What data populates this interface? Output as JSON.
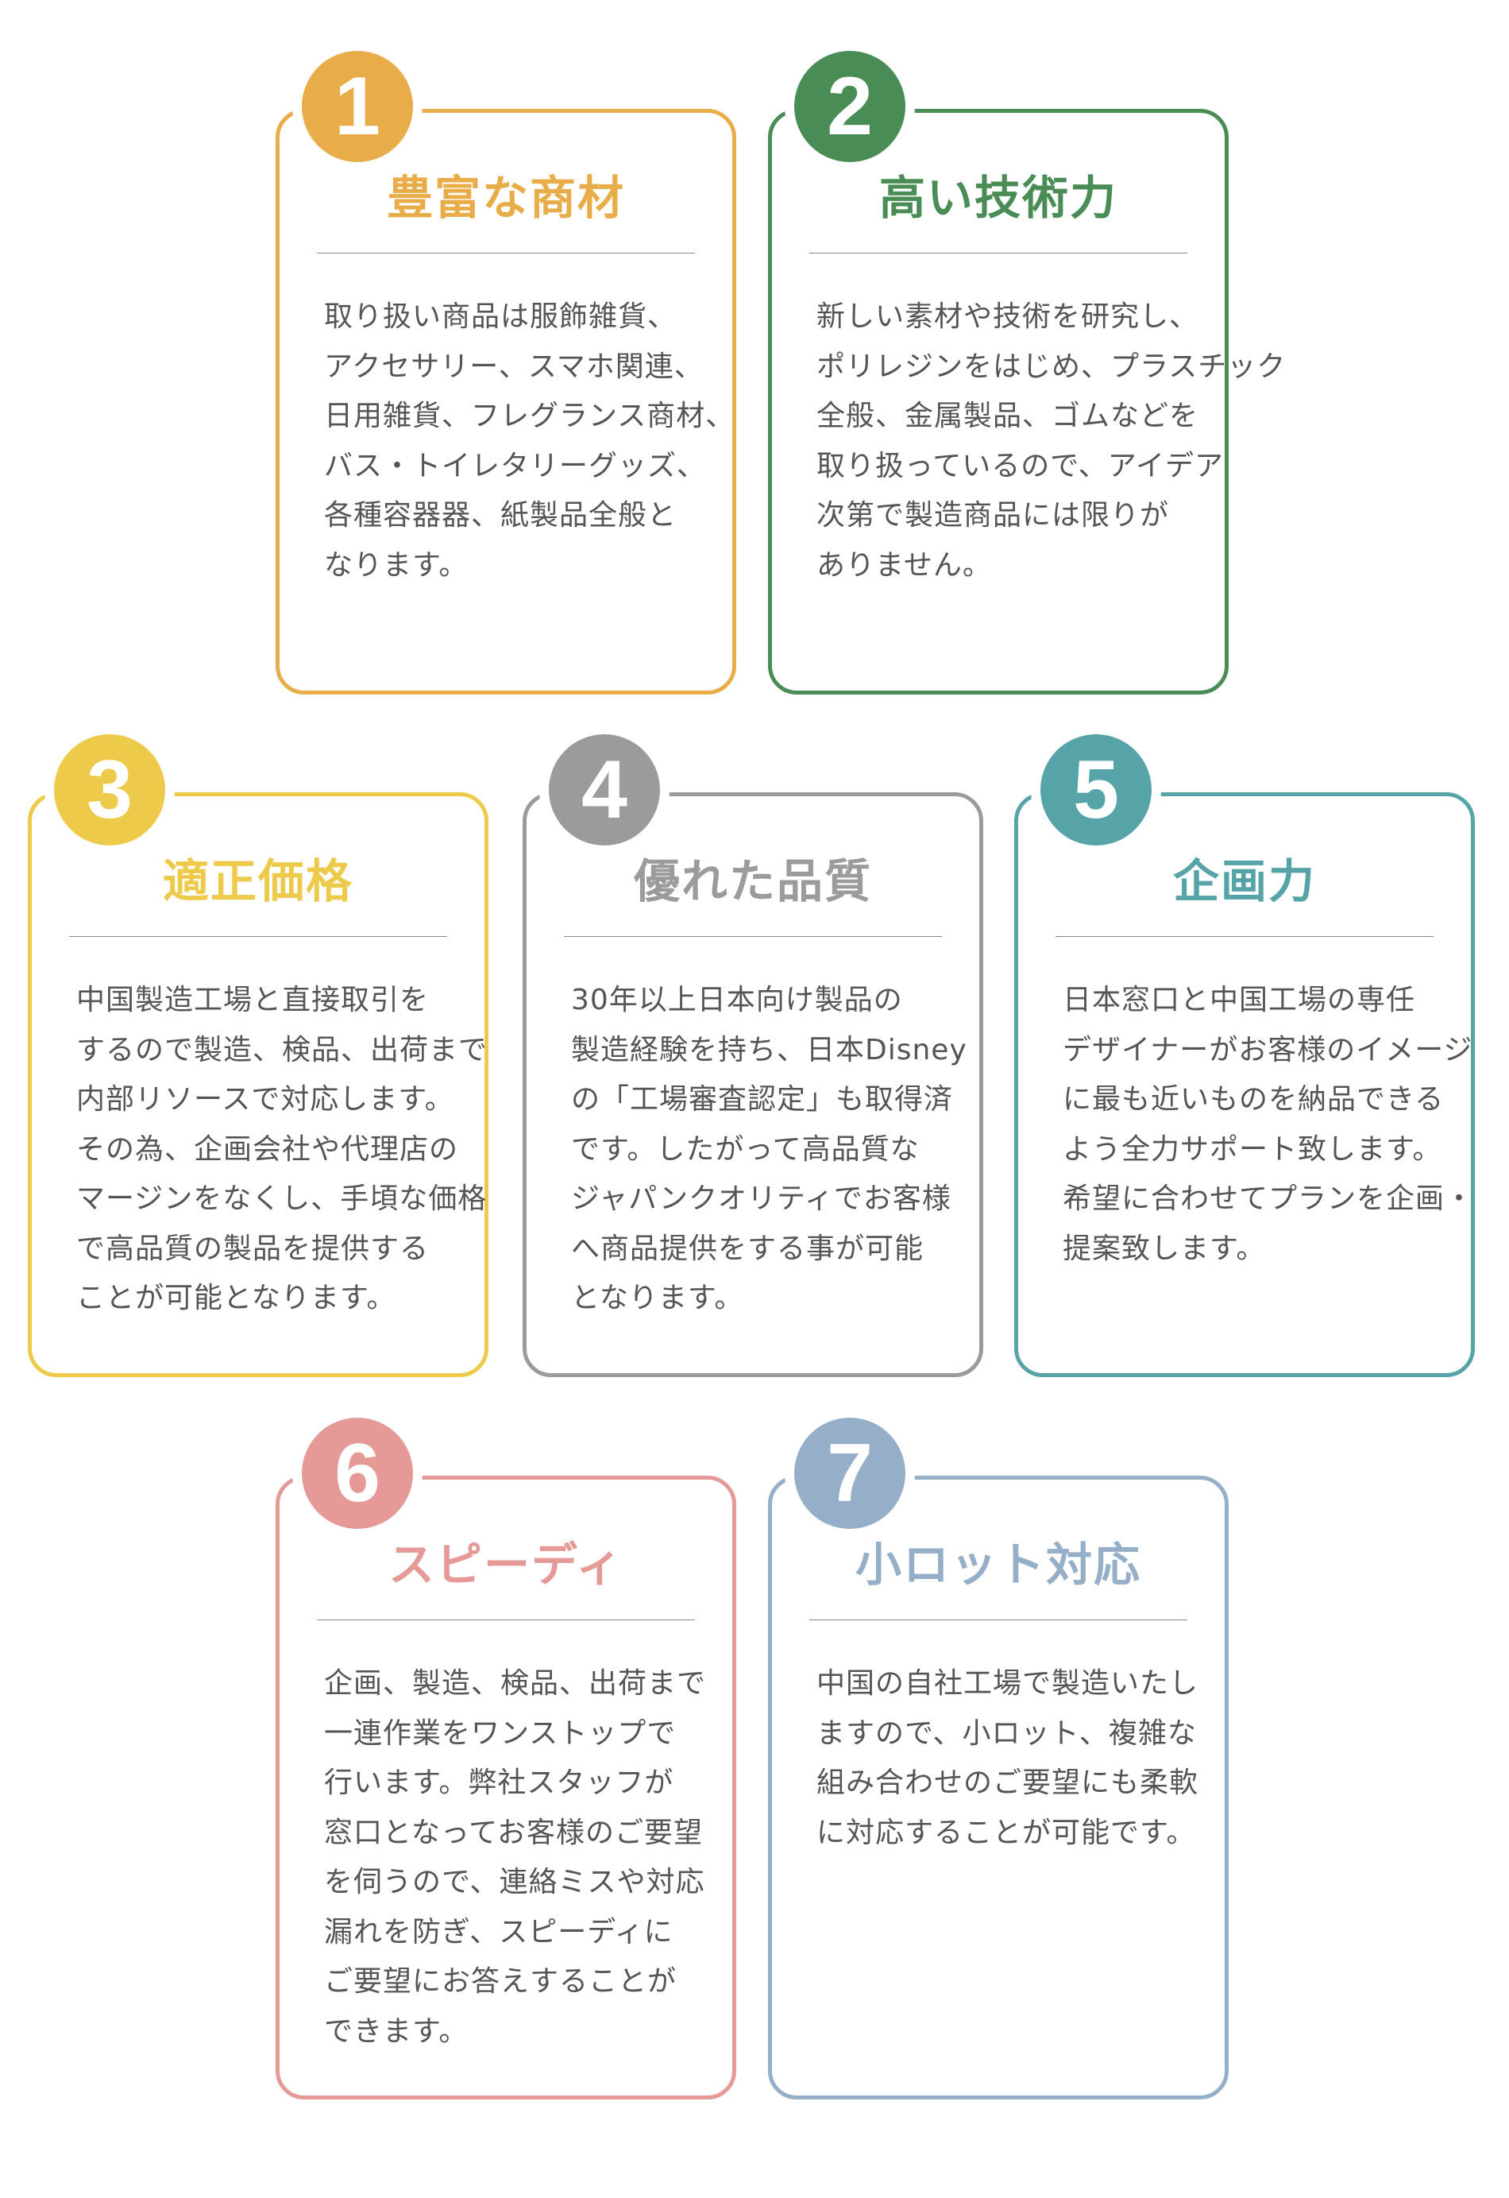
{
  "cards": [
    {
      "number": "1",
      "title": "豊富な商材",
      "color": "#E8AD48",
      "lines": [
        "取り扱い商品は服飾雑貨、",
        "アクセサリー、スマホ関連、",
        "日用雑貨、フレグランス商材、",
        "バス・トイレタリーグッズ、",
        "各種容器器、紙製品全般と",
        "なります。"
      ]
    },
    {
      "number": "2",
      "title": "高い技術力",
      "color": "#4A8C55",
      "lines": [
        "新しい素材や技術を研究し、",
        "ポリレジンをはじめ、プラスチック",
        "全般、金属製品、ゴムなどを",
        "取り扱っているので、アイデア",
        "次第で製造商品には限りが",
        "ありません。"
      ]
    },
    {
      "number": "3",
      "title": "適正価格",
      "color": "#EDCA4A",
      "lines": [
        "中国製造工場と直接取引を",
        "するので製造、検品、出荷まで",
        "内部リソースで対応します。",
        "その為、企画会社や代理店の",
        "マージンをなくし、手頃な価格",
        "で高品質の製品を提供する",
        "ことが可能となります。"
      ]
    },
    {
      "number": "4",
      "title": "優れた品質",
      "color": "#9B9B9B",
      "lines": [
        "30年以上日本向け製品の",
        "製造経験を持ち、日本Disney",
        "の「工場審査認定」も取得済",
        "です。したがって高品質な",
        "ジャパンクオリティでお客様",
        "へ商品提供をする事が可能",
        "となります。"
      ]
    },
    {
      "number": "5",
      "title": "企画力",
      "color": "#56A3A8",
      "lines": [
        "日本窓口と中国工場の専任",
        "デザイナーがお客様のイメージ",
        "に最も近いものを納品できる",
        "よう全力サポート致します。",
        "希望に合わせてプランを企画・",
        "提案致します。"
      ]
    },
    {
      "number": "6",
      "title": "スピーディ",
      "color": "#E59A98",
      "lines": [
        "企画、製造、検品、出荷まで",
        "一連作業をワンストップで",
        "行います。弊社スタッフが",
        "窓口となってお客様のご要望",
        "を伺うので、連絡ミスや対応",
        "漏れを防ぎ、スピーディに",
        "ご要望にお答えすることが",
        "できます。"
      ]
    },
    {
      "number": "7",
      "title": "小ロット対応",
      "color": "#96AFC8",
      "lines": [
        "中国の自社工場で製造いたし",
        "ますので、小ロット、複雑な",
        "組み合わせのご要望にも柔軟",
        "に対応することが可能です。"
      ]
    }
  ]
}
